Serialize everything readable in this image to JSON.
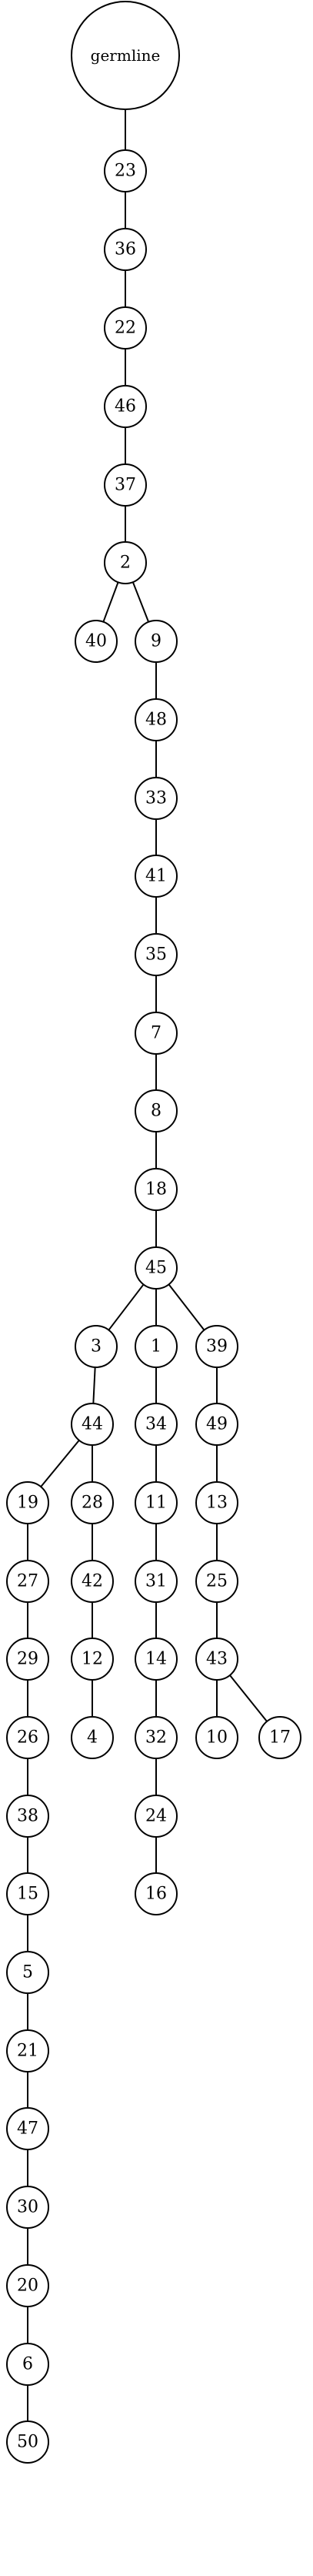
{
  "tree": {
    "root": "germline",
    "nodes": [
      "germline",
      "23",
      "36",
      "22",
      "46",
      "37",
      "2",
      "40",
      "9",
      "48",
      "33",
      "41",
      "35",
      "7",
      "8",
      "18",
      "45",
      "3",
      "1",
      "39",
      "44",
      "34",
      "49",
      "19",
      "28",
      "11",
      "13",
      "27",
      "42",
      "31",
      "25",
      "29",
      "12",
      "14",
      "43",
      "26",
      "4",
      "32",
      "10",
      "17",
      "38",
      "24",
      "15",
      "16",
      "5",
      "21",
      "47",
      "30",
      "20",
      "6",
      "50"
    ],
    "edges": [
      [
        "germline",
        "23"
      ],
      [
        "23",
        "36"
      ],
      [
        "36",
        "22"
      ],
      [
        "22",
        "46"
      ],
      [
        "46",
        "37"
      ],
      [
        "37",
        "2"
      ],
      [
        "2",
        "40"
      ],
      [
        "2",
        "9"
      ],
      [
        "9",
        "48"
      ],
      [
        "48",
        "33"
      ],
      [
        "33",
        "41"
      ],
      [
        "41",
        "35"
      ],
      [
        "35",
        "7"
      ],
      [
        "7",
        "8"
      ],
      [
        "8",
        "18"
      ],
      [
        "18",
        "45"
      ],
      [
        "45",
        "3"
      ],
      [
        "45",
        "1"
      ],
      [
        "45",
        "39"
      ],
      [
        "3",
        "44"
      ],
      [
        "44",
        "19"
      ],
      [
        "44",
        "28"
      ],
      [
        "19",
        "27"
      ],
      [
        "27",
        "29"
      ],
      [
        "29",
        "26"
      ],
      [
        "26",
        "38"
      ],
      [
        "38",
        "15"
      ],
      [
        "15",
        "5"
      ],
      [
        "5",
        "21"
      ],
      [
        "21",
        "47"
      ],
      [
        "47",
        "30"
      ],
      [
        "30",
        "20"
      ],
      [
        "20",
        "6"
      ],
      [
        "6",
        "50"
      ],
      [
        "28",
        "42"
      ],
      [
        "42",
        "12"
      ],
      [
        "12",
        "4"
      ],
      [
        "1",
        "34"
      ],
      [
        "34",
        "11"
      ],
      [
        "11",
        "31"
      ],
      [
        "31",
        "14"
      ],
      [
        "14",
        "32"
      ],
      [
        "32",
        "24"
      ],
      [
        "24",
        "16"
      ],
      [
        "39",
        "49"
      ],
      [
        "49",
        "13"
      ],
      [
        "13",
        "25"
      ],
      [
        "25",
        "43"
      ],
      [
        "43",
        "10"
      ],
      [
        "43",
        "17"
      ]
    ],
    "colors": {
      "stroke": "#000000",
      "fill": "#ffffff",
      "text": "#000000"
    }
  }
}
